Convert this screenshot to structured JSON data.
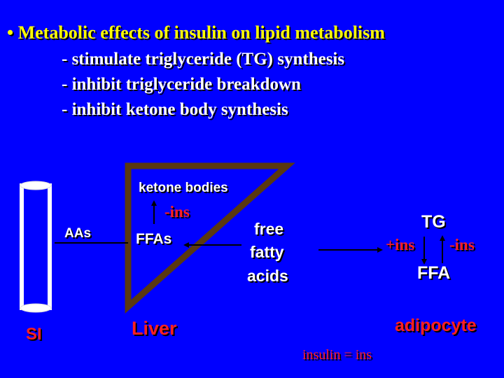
{
  "heading": {
    "title": "• Metabolic effects of insulin on lipid metabolism",
    "points": [
      "- stimulate triglyceride (TG) synthesis",
      "- inhibit triglyceride breakdown",
      "- inhibit ketone body synthesis"
    ]
  },
  "si": {
    "label": "SI"
  },
  "liver": {
    "label": "Liver",
    "ketone_label": "ketone bodies",
    "ins_label": "-ins",
    "ffas_label": "FFAs",
    "aas_label": "AAs"
  },
  "middle": {
    "lines": [
      "free",
      "fatty",
      "acids"
    ]
  },
  "adipocyte": {
    "label": "adipocyte",
    "tg_label": "TG",
    "ffa_label": "FFA",
    "plus_ins": "+ins",
    "minus_ins": "-ins"
  },
  "legend": {
    "text": "insulin = ins"
  },
  "colors": {
    "background": "#0000ff",
    "title": "#ffff00",
    "text": "#ffffff",
    "accent_red": "#ff2020",
    "triangle": "#5a3810"
  }
}
